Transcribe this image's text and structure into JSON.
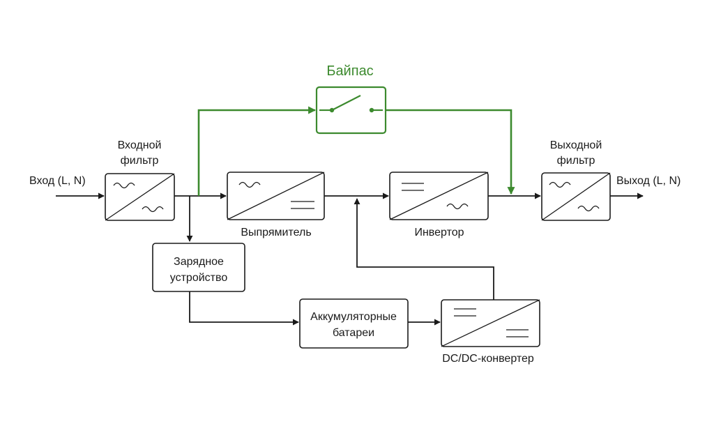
{
  "labels": {
    "input": "Вход (L, N)",
    "input_filter_line1": "Входной",
    "input_filter_line2": "фильтр",
    "rectifier": "Выпрямитель",
    "inverter": "Инвертор",
    "output_filter_line1": "Выходной",
    "output_filter_line2": "фильтр",
    "output": "Выход (L, N)",
    "bypass": "Байпас",
    "charger_line1": "Зарядное",
    "charger_line2": "устройство",
    "batteries_line1": "Аккумуляторные",
    "batteries_line2": "батареи",
    "dcdc": "DC/DC-конвертер"
  },
  "colors": {
    "line": "#1a1a1a",
    "bypass": "#3c8a2e"
  }
}
